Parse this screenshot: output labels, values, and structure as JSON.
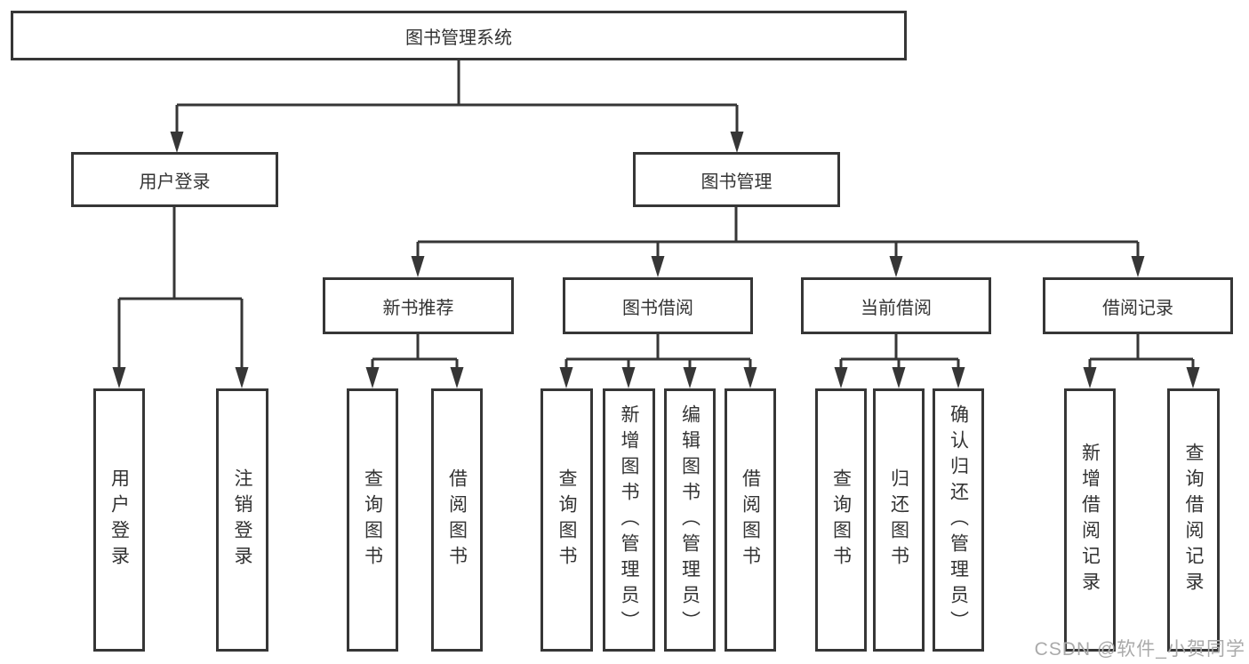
{
  "diagram": {
    "root": {
      "label": "图书管理系统"
    },
    "branches": {
      "user_login": {
        "label": "用户登录",
        "children": {
          "login": "用户登录",
          "logout": "注销登录"
        }
      },
      "book_management": {
        "label": "图书管理",
        "sections": {
          "new_book_rec": {
            "label": "新书推荐",
            "children": {
              "query_book": "查询图书",
              "borrow_book": "借阅图书"
            }
          },
          "book_borrow": {
            "label": "图书借阅",
            "children": {
              "query_book": "查询图书",
              "add_book": "新增图书（管理员）",
              "edit_book": "编辑图书（管理员）",
              "borrow_book": "借阅图书"
            }
          },
          "current_borrow": {
            "label": "当前借阅",
            "children": {
              "query_book": "查询图书",
              "return_book": "归还图书",
              "confirm_return": "确认归还（管理员）"
            }
          },
          "borrow_record": {
            "label": "借阅记录",
            "children": {
              "add_record": "新增借阅记录",
              "query_record": "查询借阅记录"
            }
          }
        }
      }
    }
  },
  "watermark": {
    "text": "CSDN @软件_小贺同学"
  },
  "colors": {
    "line": "#363636",
    "text": "#333333",
    "box_background": "#ffffff",
    "watermark": "#aaaaaa",
    "background": "#ffffff"
  }
}
